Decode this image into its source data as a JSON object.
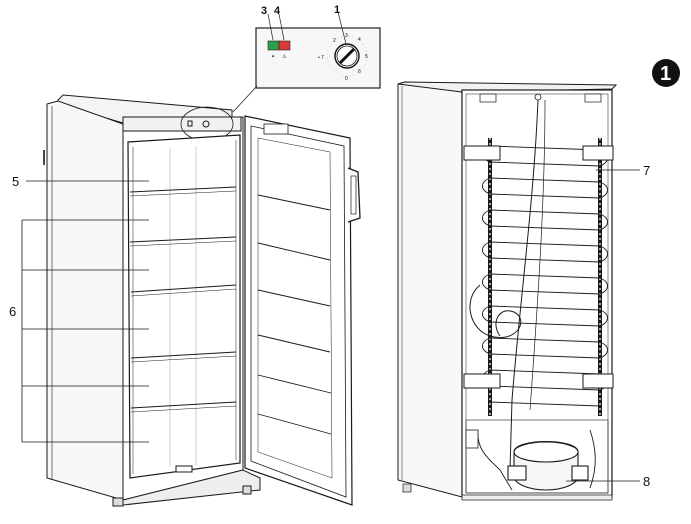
{
  "figure": {
    "badge": "1",
    "callouts": {
      "thermostat": "1",
      "green_lamp": "3",
      "red_lamp": "4",
      "drawer": "5",
      "drawers": "6",
      "condenser": "7",
      "compressor": "8"
    },
    "dial_marks": {
      "left": "• 7",
      "top": "3",
      "tl": "2",
      "tr": "4",
      "r": "5",
      "br": "6",
      "b": "0"
    },
    "lamp_symbols": {
      "green": "⚭",
      "red": "⚠"
    },
    "colors": {
      "green_lamp": "#2e9e4a",
      "red_lamp": "#d93a3a",
      "line": "#1a1a1a"
    }
  }
}
